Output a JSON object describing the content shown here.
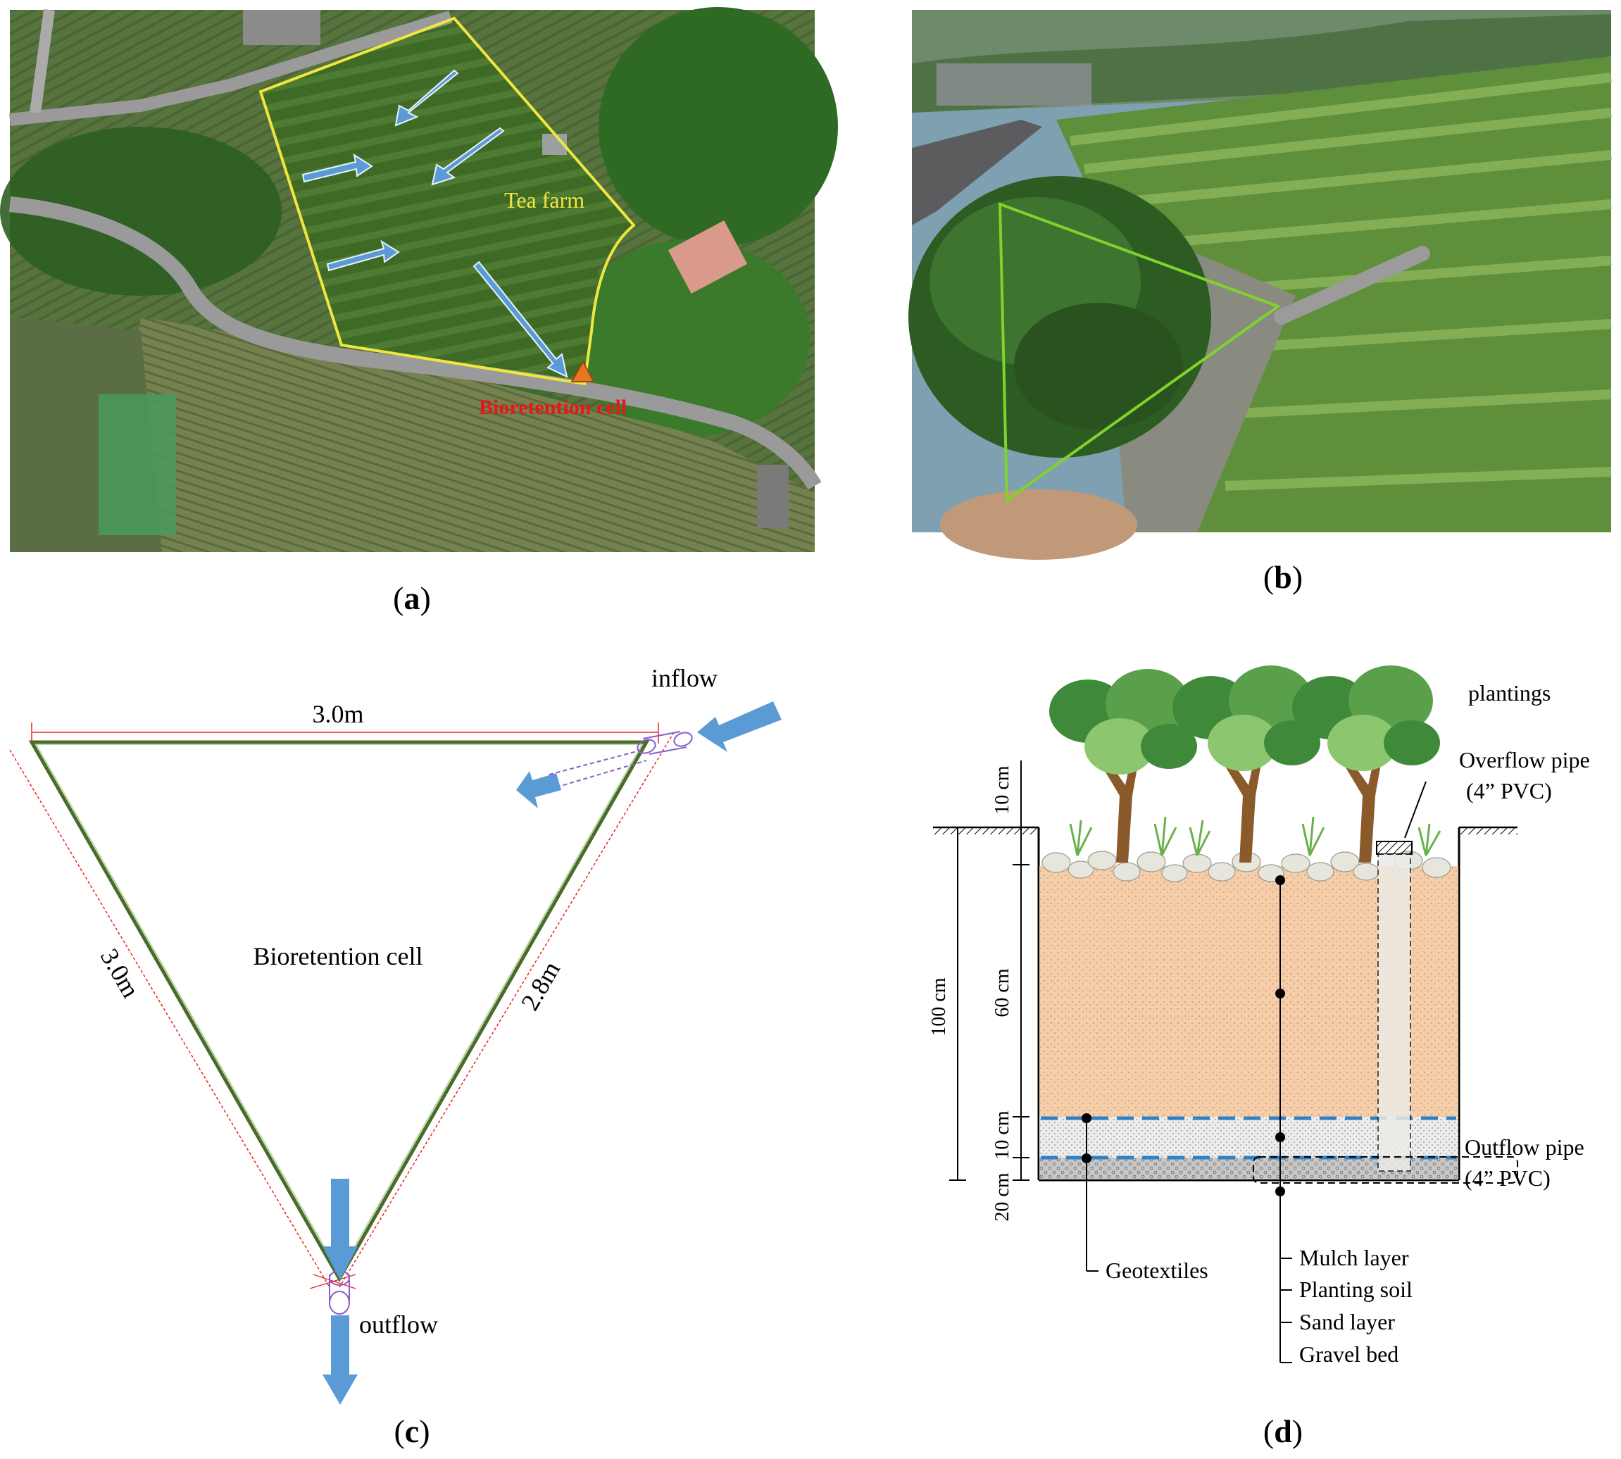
{
  "panel_a": {
    "caption_letter": "a",
    "tea_farm_label": "Tea farm",
    "bioretention_label": "Bioretention cell",
    "outline_color": "#f0e640",
    "arrow_color": "#5b9bd5",
    "marker_color": "#e87722",
    "label_red": "#e8161b"
  },
  "panel_b": {
    "caption_letter": "b",
    "outline_color": "#7fd32b"
  },
  "panel_c": {
    "caption_letter": "c",
    "top_side": "3.0m",
    "left_side": "3.0m",
    "right_side": "2.8m",
    "center_label": "Bioretention cell",
    "inflow_label": "inflow",
    "outflow_label": "outflow"
  },
  "panel_d": {
    "caption_letter": "d",
    "plantings_label": "plantings",
    "overflow_pipe_line1": "Overflow pipe",
    "overflow_pipe_line2": "(4” PVC)",
    "outflow_pipe_line1": "Outflow pipe",
    "outflow_pipe_line2": "(4” PVC)",
    "dim_10cm_top": "10 cm",
    "dim_60cm": "60 cm",
    "dim_100cm": "100 cm",
    "dim_10cm_sand": "10 cm",
    "dim_20cm": "20 cm",
    "geotextiles_label": "Geotextiles",
    "layers": [
      "Mulch layer",
      "Planting soil",
      "Sand layer",
      "Gravel bed"
    ],
    "soil_color": "#f5cda8",
    "geotextile_color": "#2f80c4"
  }
}
